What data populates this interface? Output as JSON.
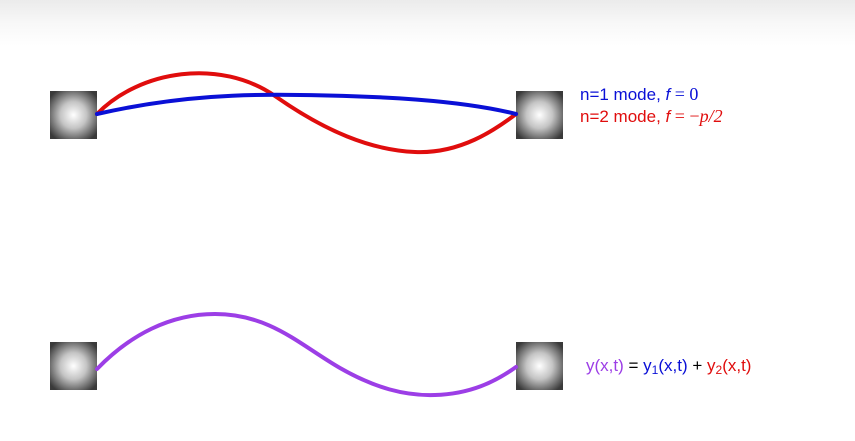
{
  "colors": {
    "mode1": "#0a10d6",
    "mode2": "#e00d0d",
    "sum": "#9c3ee6",
    "black": "#000000"
  },
  "legend": {
    "mode1": {
      "prefix": "n=1 mode, ",
      "var": "f",
      "eq": " = 0"
    },
    "mode2": {
      "prefix": "n=2 mode, ",
      "var": "f",
      "eq": " = −",
      "value": "p/2"
    }
  },
  "equation": {
    "lhs": "y(x,t)",
    "eq": " = ",
    "term1_y": "y",
    "term1_sub": "1",
    "term1_args": "(x,t)",
    "plus": " + ",
    "term2_y": "y",
    "term2_sub": "2",
    "term2_args": "(x,t)"
  }
}
